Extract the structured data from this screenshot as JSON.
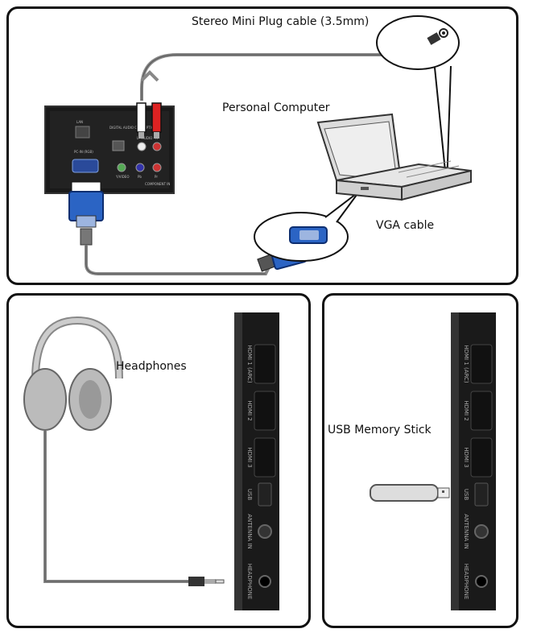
{
  "top_panel": {
    "cable_label": "Stereo Mini Plug cable (3.5mm)",
    "computer_label": "Personal Computer",
    "vga_label": "VGA cable",
    "port_labels": {
      "lan": "LAN",
      "pc_in_rgb": "PC-IN (RGB)",
      "digital_audio_out": "DIGITAL AUDIO OUT (OPTICAL)",
      "audio_lr": "L - AUDIO - R",
      "y_video": "Y/VIDEO",
      "pb": "Pb",
      "pr": "Pr",
      "component_in": "COMPONENT IN"
    }
  },
  "bottom_left_panel": {
    "headphones_label": "Headphones"
  },
  "bottom_right_panel": {
    "usb_label": "USB Memory Stick"
  },
  "tv_side_ports": [
    "HDMI 1 (ARC)",
    "HDMI 2",
    "HDMI 3",
    "USB",
    "ANTENNA IN",
    "HEADPHONE"
  ]
}
